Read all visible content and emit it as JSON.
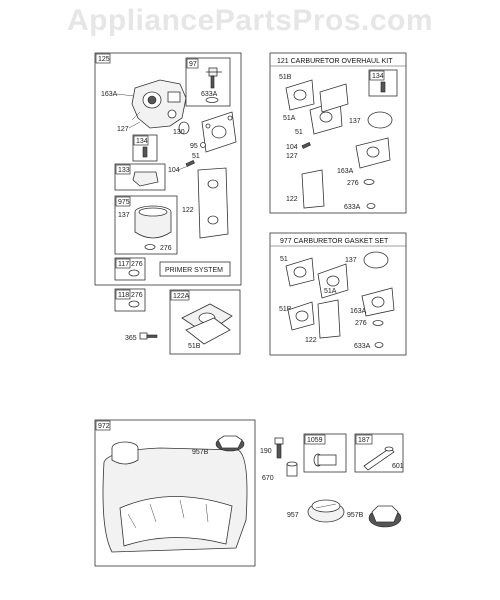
{
  "watermark": "AppliancePartsPros.com",
  "box_125": {
    "tag": "125",
    "labels": {
      "163A": "163A",
      "127": "127",
      "130": "130",
      "95": "95",
      "51": "51",
      "104": "104",
      "137": "137",
      "276": "276",
      "122": "122"
    },
    "tag_97": "97",
    "label_633A": "633A",
    "tag_134": "134",
    "tag_133": "133",
    "tag_975": "975",
    "tag_117": "117",
    "label_276b": "276",
    "primer_label": "PRIMER SYSTEM"
  },
  "box_118": {
    "tag": "118",
    "label_276": "276"
  },
  "box_122A": {
    "tag": "122A",
    "label_51B": "51B"
  },
  "label_365": "365",
  "box_121": {
    "title": "121 CARBURETOR OVERHAUL KIT",
    "labels": {
      "51B": "51B",
      "51A": "51A",
      "51": "51",
      "137": "137",
      "104": "104",
      "127": "127",
      "163A": "163A",
      "276": "276",
      "122": "122",
      "633A": "633A"
    },
    "tag_134": "134"
  },
  "box_977": {
    "title": "977 CARBURETOR GASKET SET",
    "labels": {
      "51": "51",
      "137": "137",
      "51A": "51A",
      "51B": "51B",
      "163A": "163A",
      "276": "276",
      "122": "122",
      "633A": "633A"
    }
  },
  "box_972": {
    "tag": "972",
    "label_957B": "957B"
  },
  "label_190": "190",
  "label_670": "670",
  "box_1059": {
    "tag": "1059"
  },
  "box_187": {
    "tag": "187",
    "label_601": "601"
  },
  "label_957": "957",
  "label_957B_2": "957B"
}
